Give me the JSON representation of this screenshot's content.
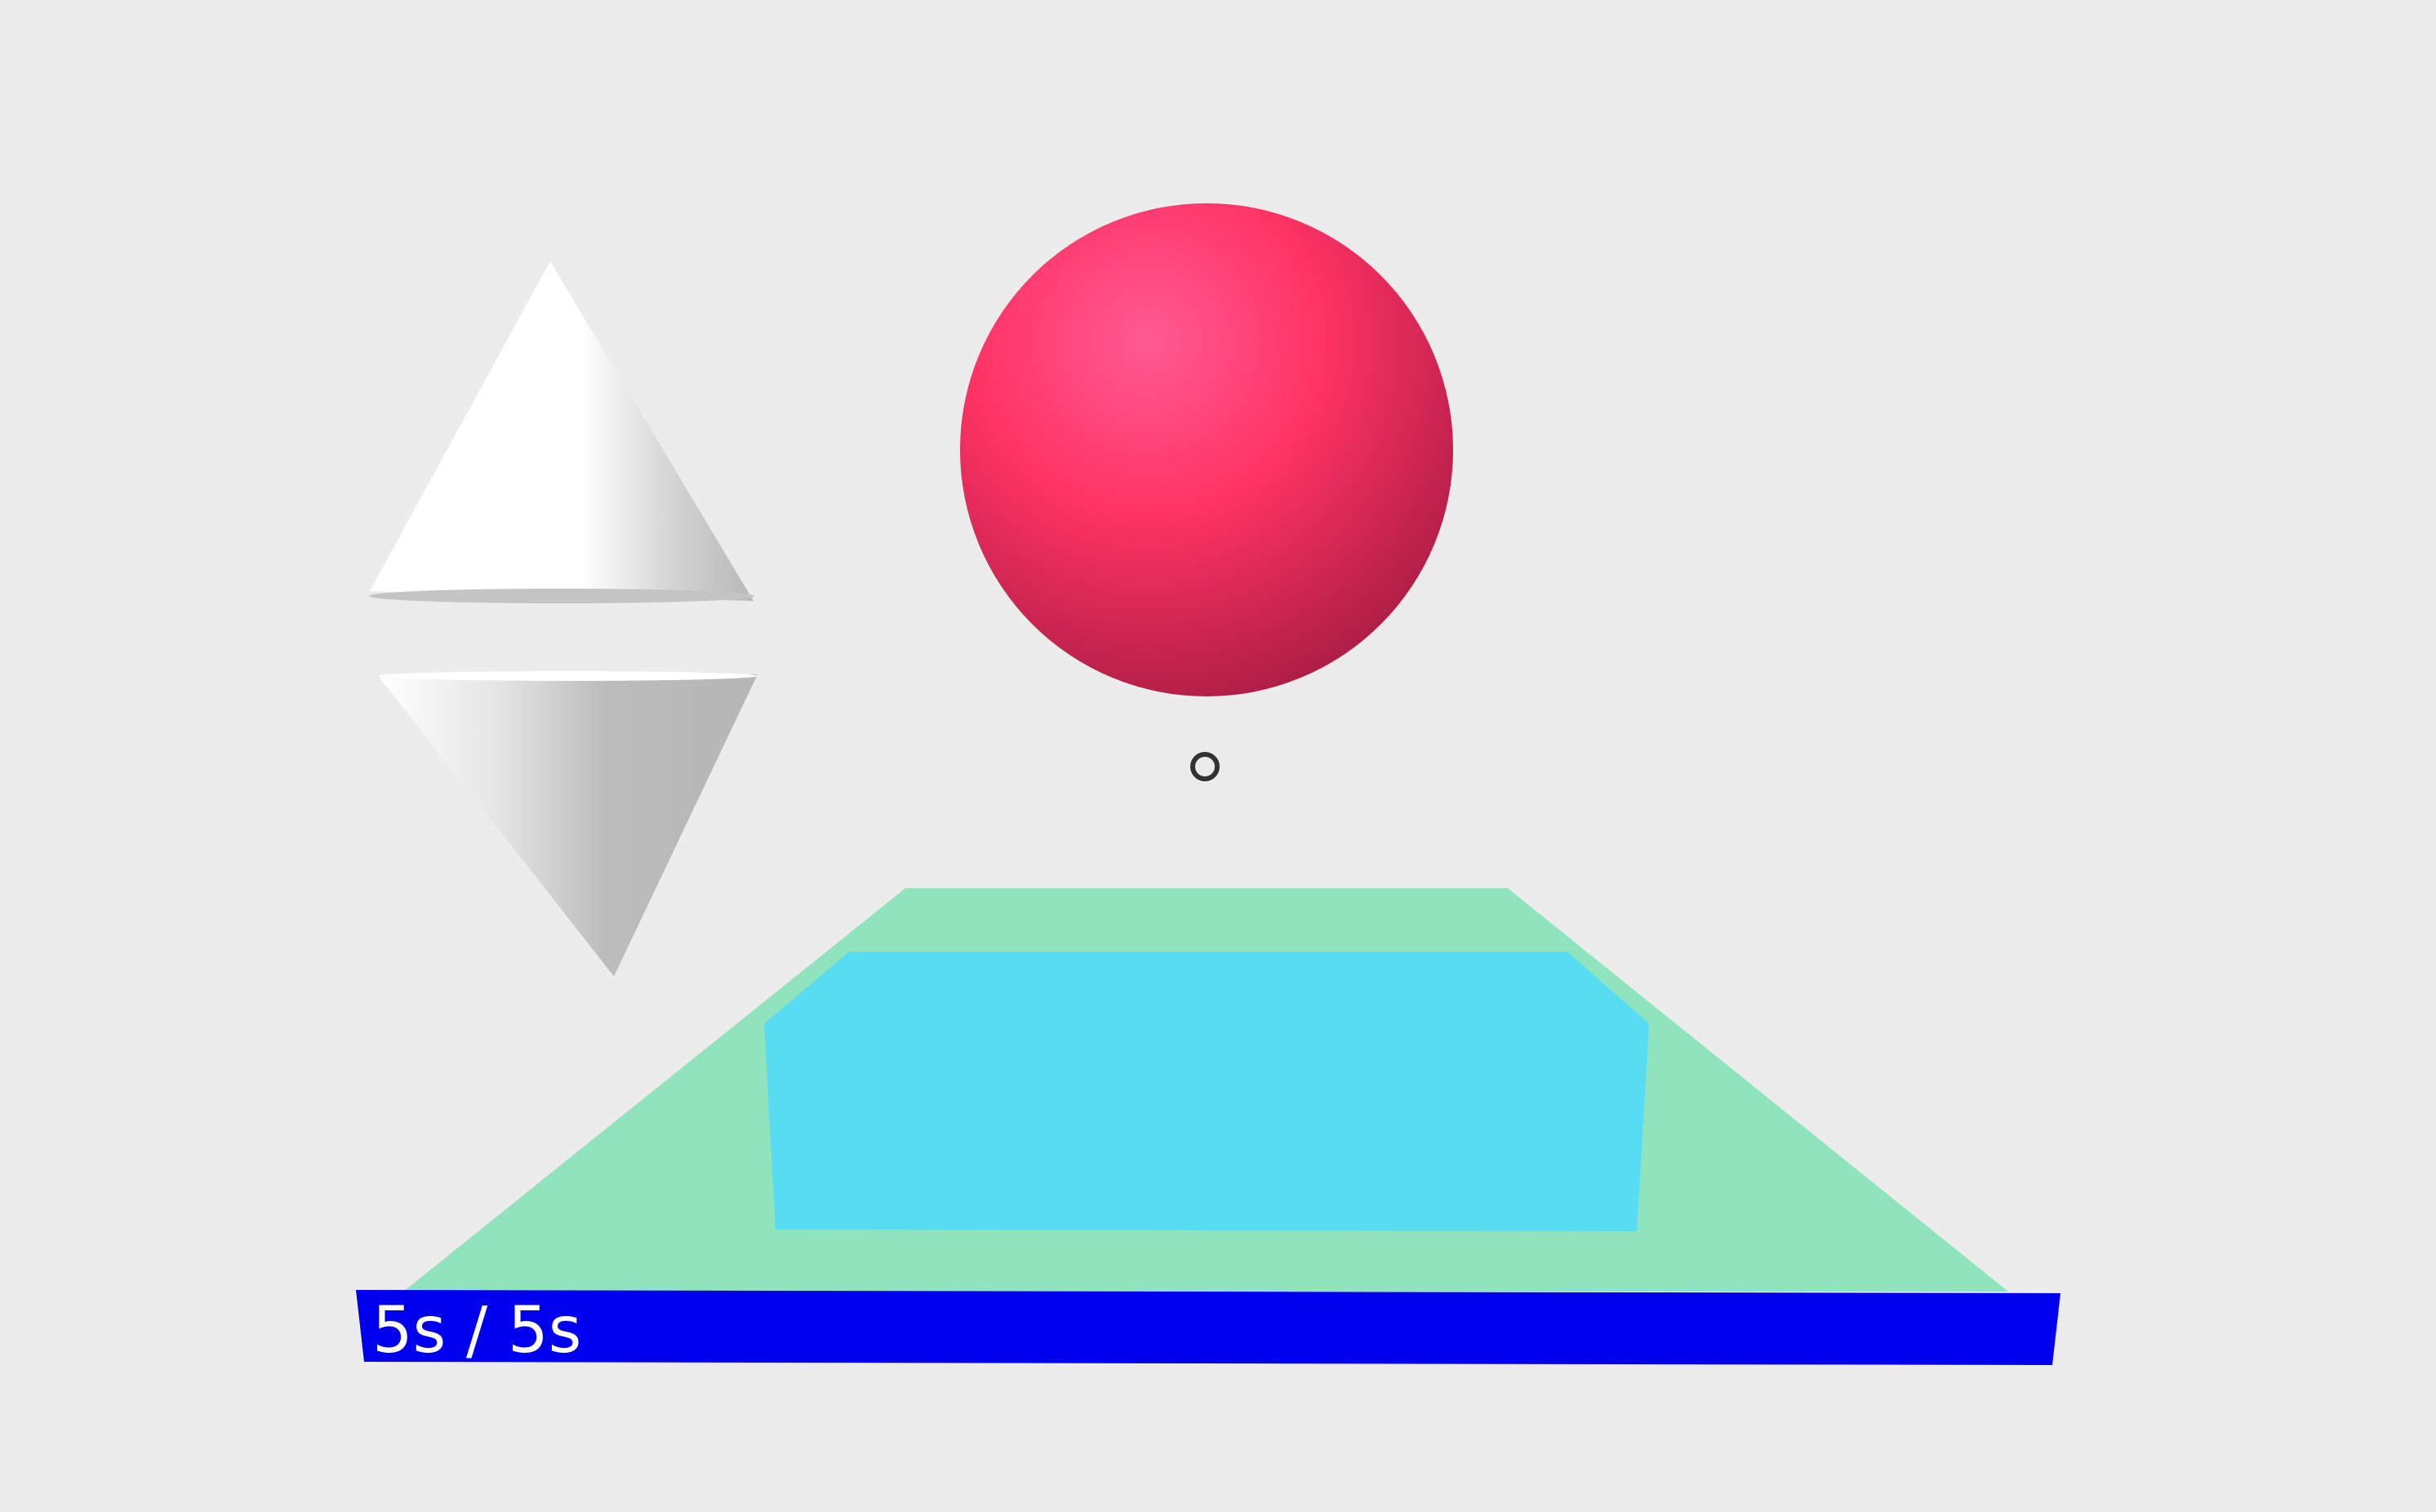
{
  "hud": {
    "timer_text": "5s / 5s",
    "progress_fraction": 1.0
  },
  "colors": {
    "background": "#ececec",
    "floor": "#8fe3bd",
    "pool": "#57dcf3",
    "sphere": "#ff3366",
    "cone": "#ffffff",
    "timer_bar": "#0000ee",
    "timer_text": "#ffffff",
    "crosshair": "#333333"
  },
  "objects": [
    {
      "name": "red-sphere",
      "kind": "sphere"
    },
    {
      "name": "white-cone-upright",
      "kind": "cone"
    },
    {
      "name": "white-cone-inverted",
      "kind": "cone"
    },
    {
      "name": "green-floor",
      "kind": "plane"
    },
    {
      "name": "cyan-pool",
      "kind": "plane"
    }
  ]
}
